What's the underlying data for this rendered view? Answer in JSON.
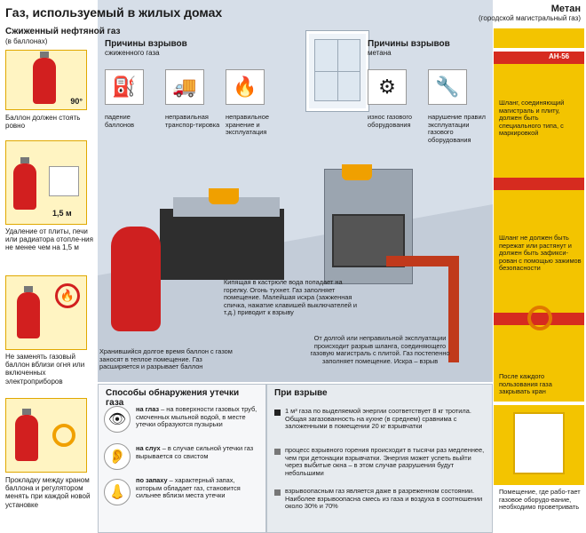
{
  "header": {
    "title": "Газ, используемый в жилых домах",
    "methane_title": "Метан",
    "methane_sub": "(городской магистральный газ)"
  },
  "lpg": {
    "title": "Сжиженный нефтяной газ",
    "subtitle": "(в баллонах)",
    "angle": "90°",
    "tip1": "Баллон должен стоять ровно",
    "distance": "1,5 м",
    "tip2": "Удаление от плиты, печи или радиатора отопле-ния не менее чем на 1,5 м",
    "tip3": "Не заменять газовый баллон вблизи огня или включенных электроприборов",
    "tip4": "Прокладку между краном баллона и регулятором менять при каждой новой установке"
  },
  "causes_lpg": {
    "title": "Причины взрывов",
    "subtitle": "сжиженного газа",
    "items": [
      "падение баллонов",
      "неправильная транспор-тировка",
      "неправильное хранение и эксплуатация"
    ]
  },
  "causes_methane": {
    "title": "Причины взрывов",
    "subtitle": "метана",
    "items": [
      "износ газового оборудования",
      "нарушение правил эксплуатации газового оборудования"
    ]
  },
  "methane": {
    "pipe_label": "AH-56",
    "tip1": "Шланг, соединяющий магистраль и плиту, должен быть специального типа, с маркировкой",
    "tip2": "Шланг не должен быть пережат или растянут и должен быть зафикси-рован с помощью зажимов безопасности",
    "tip3": "После каждого пользования газа закрывать кран",
    "tip4": "Помещение, где рабо-тает газовое оборудо-вание, необходимо проветривать"
  },
  "scene": {
    "note_pot": "Кипящая в кастрюле вода попадает на горелку. Огонь тухнет. Газ заполняет помещение. Малейшая искра (зажженная спичка, нажатие клавишей выключателей и т.д.) приводит к взрыву",
    "note_cylinder": "Хранившийся долгое время баллон с газом заносят в теплое помещение. Газ расширяется и разрывает баллон",
    "note_hose": "От долгой или неправильной эксплуатации происходит разрыв шланга, соединяющего газовую магистраль с плитой. Газ постепенно заполняет помещение. Искра – взрыв"
  },
  "detection": {
    "title": "Способы обнаружения утечки газа",
    "items": [
      {
        "icon": "eye-icon",
        "lead": "на глаз",
        "text": " – на поверхности газовых труб, смоченных мыльной водой, в месте утечки образуются пузырьки"
      },
      {
        "icon": "ear-icon",
        "lead": "на слух",
        "text": " – в случае сильной утечки газ вырывается со свистом"
      },
      {
        "icon": "nose-icon",
        "lead": "по запаху",
        "text": " – характерный запах, которым обладает газ, становится сильнее вблизи места утечки"
      }
    ]
  },
  "explosion": {
    "title": "При взрыве",
    "items": [
      "1 м³ газа по выделяемой энергии соответствует 8 кг тротила. Общая загазованность на кухне (в среднем) сравнима с заложенными в помещении 20 кг взрывчатки",
      "процесс взрывного горения происходит в тысячи раз медленнее, чем при детонации взрывчатки. Энергия может успеть выйти через выбитые окна – в этом случае разрушения будут небольшими",
      "взрывоопасным газ является даже в разреженном состоянии. Наиболее взрывоопасна смесь из газа и воздуха в соотношении около 30% и 70%"
    ]
  }
}
